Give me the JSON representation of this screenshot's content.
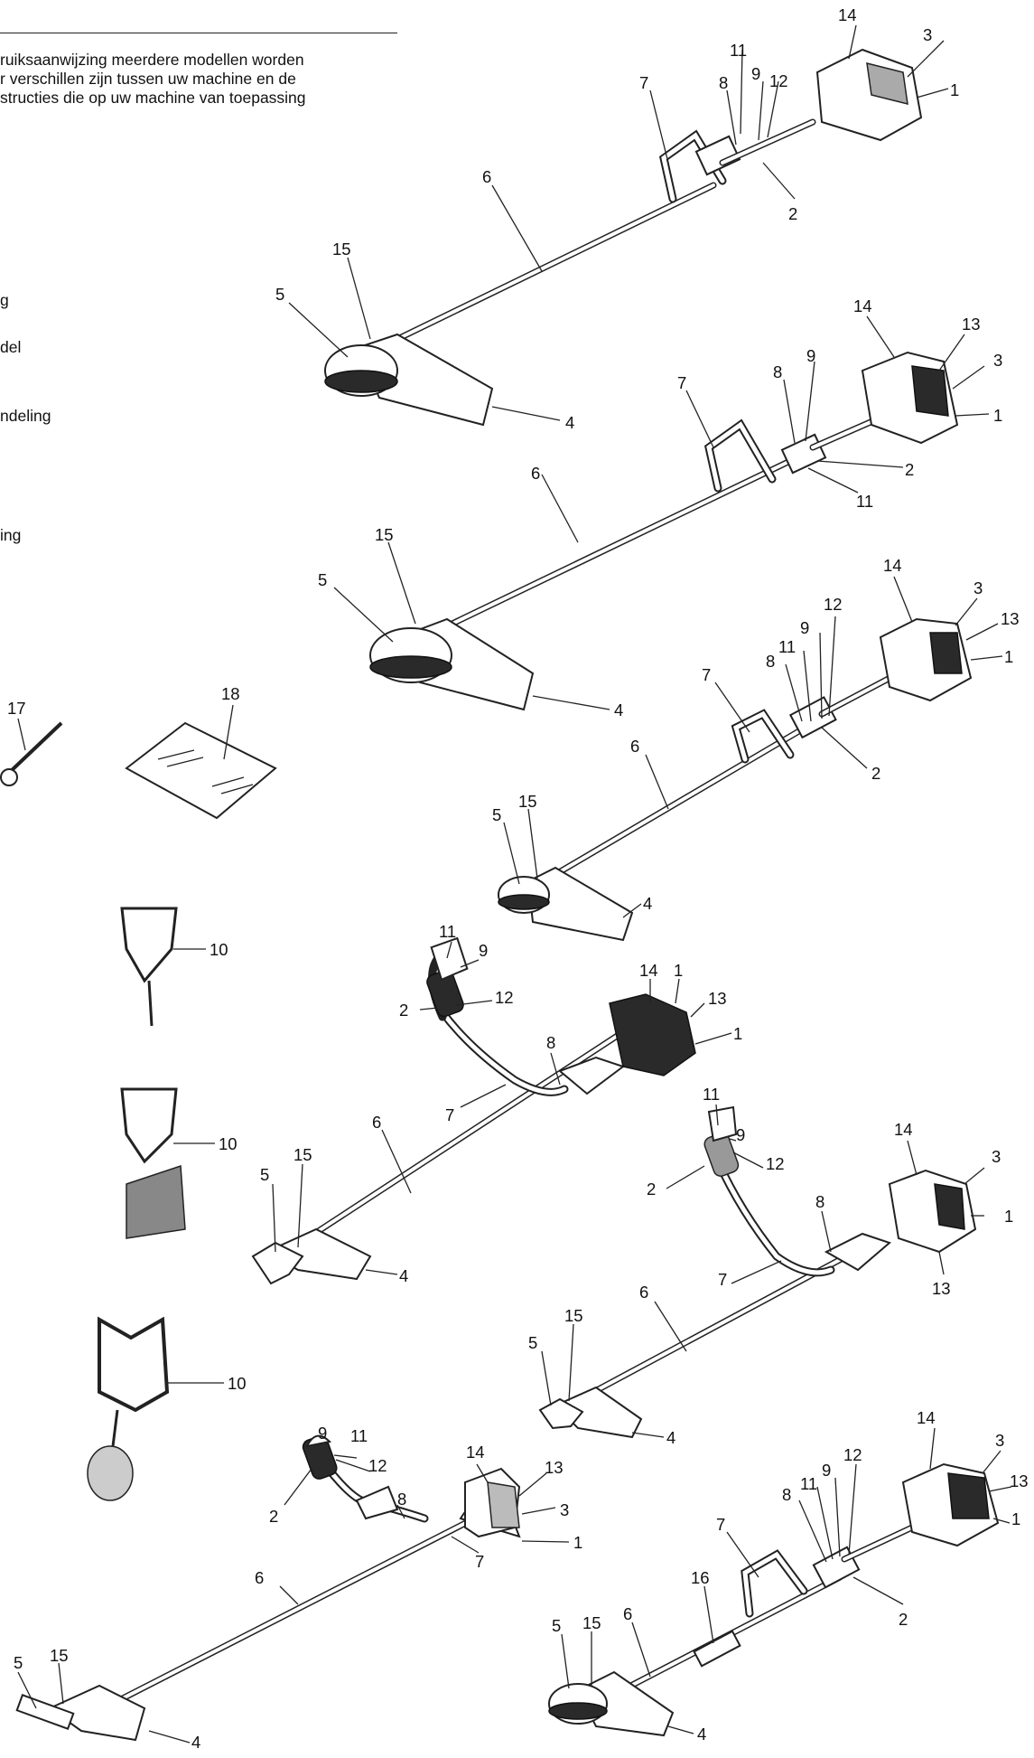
{
  "intro": {
    "lines": [
      "ruiksaanwijzing meerdere modellen worden",
      "r verschillen zijn tussen uw machine en de",
      "structies die op uw machine van toepassing"
    ]
  },
  "sidebar_fragments": [
    "g",
    "del",
    "ndeling",
    "ing"
  ],
  "accessories": {
    "wrench_label": "17",
    "manual_label": "18",
    "harness_labels": [
      "10",
      "10",
      "10"
    ]
  },
  "machines": [
    {
      "id": "model-1",
      "labels": [
        "14",
        "3",
        "1",
        "11",
        "9",
        "12",
        "8",
        "7",
        "2",
        "6",
        "15",
        "5",
        "4"
      ]
    },
    {
      "id": "model-2",
      "labels": [
        "14",
        "13",
        "3",
        "1",
        "7",
        "8",
        "9",
        "2",
        "11",
        "6",
        "15",
        "5",
        "4"
      ]
    },
    {
      "id": "model-3",
      "labels": [
        "14",
        "3",
        "13",
        "1",
        "12",
        "9",
        "11",
        "8",
        "7",
        "2",
        "6",
        "5",
        "15",
        "4"
      ]
    },
    {
      "id": "model-4",
      "labels": [
        "11",
        "9",
        "2",
        "12",
        "14",
        "1",
        "13",
        "1",
        "8",
        "7",
        "6",
        "15",
        "5",
        "4"
      ]
    },
    {
      "id": "model-5",
      "labels": [
        "11",
        "9",
        "2",
        "12",
        "14",
        "3",
        "1",
        "13",
        "8",
        "7",
        "6",
        "15",
        "5",
        "4"
      ]
    },
    {
      "id": "model-6",
      "labels": [
        "9",
        "11",
        "12",
        "2",
        "14",
        "13",
        "3",
        "1",
        "8",
        "7",
        "6",
        "5",
        "15",
        "4"
      ]
    },
    {
      "id": "model-7",
      "labels": [
        "14",
        "3",
        "13",
        "1",
        "12",
        "9",
        "11",
        "8",
        "7",
        "2",
        "16",
        "6",
        "5",
        "15",
        "4"
      ]
    }
  ]
}
